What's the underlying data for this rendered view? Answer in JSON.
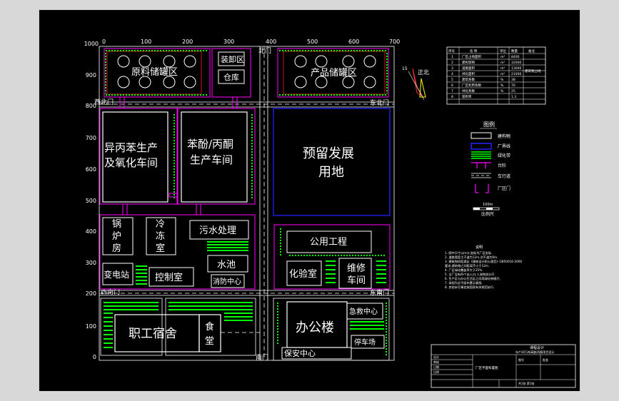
{
  "axis": {
    "x_ticks": [
      "0",
      "100",
      "200",
      "300",
      "400",
      "500",
      "600",
      "700"
    ],
    "y_ticks": [
      "1000",
      "900",
      "800",
      "700",
      "600",
      "500",
      "400",
      "300",
      "200",
      "100",
      "0"
    ]
  },
  "gates": {
    "north": "北门",
    "northwest": "西北门",
    "northeast": "东北门",
    "southwest": "西南门",
    "southeast": "东南门",
    "south": "南门"
  },
  "buildings": {
    "raw_tank": "原料储罐区",
    "product_tank": "产品储罐区",
    "loading": "装卸区",
    "warehouse": "仓库",
    "cumene_1": "异丙苯生产",
    "cumene_2": "及氧化车间",
    "phenol_1": "苯酚/丙酮",
    "phenol_2": "生产车间",
    "reserve_1": "预留发展",
    "reserve_2": "用地",
    "boiler_1": "锅",
    "boiler_2": "炉",
    "boiler_3": "房",
    "freezer_1": "冷",
    "freezer_2": "冻",
    "freezer_3": "室",
    "sewage": "污水处理",
    "water_pool": "水池",
    "substation": "变电站",
    "control": "控制室",
    "fire": "消防中心",
    "utility": "公用工程",
    "lab": "化验室",
    "repair_1": "维修",
    "repair_2": "车间",
    "dorm": "职工宿舍",
    "canteen_1": "食",
    "canteen_2": "堂",
    "office": "办公楼",
    "emergency": "急救中心",
    "parking": "停车场",
    "security": "保安中心"
  },
  "compass": {
    "north_label": "正北",
    "wind_label": "15"
  },
  "legend": {
    "title": "图例",
    "items": [
      "建构物",
      "厂界线",
      "绿化带",
      "台阶",
      "车行道",
      "厂区门"
    ],
    "scale_value": "100m",
    "scale_label": "比例尺"
  },
  "tech_table": {
    "headers": [
      "序号",
      "名 称",
      "单位",
      "数量",
      "备注"
    ],
    "rows": [
      [
        "1",
        "厂区占地面积",
        "m²",
        "8400",
        ""
      ],
      [
        "2",
        "建构筑物",
        "m²",
        "32000",
        ""
      ],
      [
        "3",
        "道路面积",
        "m²",
        "13000",
        "建筑物占地"
      ],
      [
        "4",
        "绿化面积",
        "m²",
        "21000",
        ""
      ],
      [
        "5",
        "建筑系数",
        "%",
        "38",
        ""
      ],
      [
        "6",
        "厂区利用系数",
        "%",
        "70",
        ""
      ],
      [
        "7",
        "绿化系数",
        "%",
        "25",
        ""
      ],
      [
        "8",
        "容积率",
        "",
        "1.3",
        ""
      ]
    ]
  },
  "notes": {
    "title": "说明",
    "lines": [
      "1. 图中尺寸以m计,坐标为厂区坐标.",
      "2. 道路宽度主干道为12m,次干道为6m.",
      "3. 建筑物间距满足《建筑设计防火规范》GB50016-2006",
      "   要求,建筑物之间距离不小于12m.",
      "4. 厂区绿化覆盖率大于25%.",
      "5. 全厂设有四个出入口,人流物流分开.",
      "6. 生产区与办公生活区之间用绿化带隔开,",
      "7. 本图为总平面布置示意图.",
      "8. 其他未尽事宜按国家有关规范执行."
    ]
  },
  "title_block": {
    "school": "课程设计",
    "project": "年产30万吨苯酚/丙酮项目设计",
    "drawing_name": "厂区平面布置图",
    "designer": "设计",
    "checker": "审核",
    "date": "日期",
    "scale": "比例",
    "sheet": "共1张 第1张",
    "label_a": "图号",
    "label_b": "批准"
  }
}
